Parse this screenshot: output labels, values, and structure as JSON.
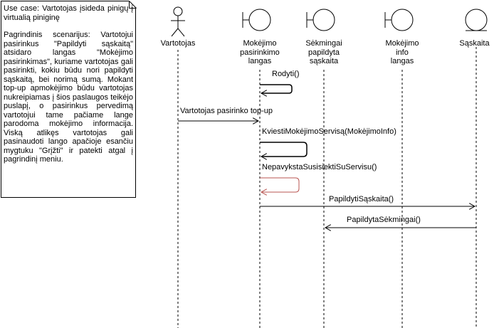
{
  "note": {
    "use_case": "Use case: Vartotojas įsideda pinigų į virtualią piniginę",
    "scenario": "Pagrindinis scenarijus: Vartotojui pasirinkus \"Papildyti sąskaitą\" atsidaro langas \"Mokėjimo pasirinkimas\", kuriame vartotojas gali pasirinkti, kokiu būdu nori papildyti sąskaitą, bei norimą sumą. Mokant top-up apmokėjimo būdu vartotojas nukreipiamas į šios paslaugos teikėjo puslapį, o pasirinkus pervedimą vartotojui tame pačiame lange parodoma mokėjimo informacija. Viską atlikęs vartotojas gali pasinaudoti lango apačioje esančiu mygtuku \"Grįžti\" ir patekti atgal į pagrindinį meniu."
  },
  "participants": {
    "actor": "Vartotojas",
    "payment_window": "Mokėjimo\npasirinkimo\nlangas",
    "success_window": "Sėkmingai\npapildyta\nsąskaita",
    "info_window": "Mokėjimo\ninfo\nlangas",
    "account": "Sąskaita"
  },
  "messages": {
    "m1": "Rodyti()",
    "m2": "Vartotojas pasirinko top-up",
    "m3": "KviestiMokėjimoServisą(MokėjimoInfo)",
    "m4": "NepavykstaSusisiektiSuServisu()",
    "m5": "PapildytiSąskaita()",
    "m6": "PapildytaSėkmingai()"
  },
  "colors": {
    "line": "#000000",
    "error_message": "#b85450"
  }
}
